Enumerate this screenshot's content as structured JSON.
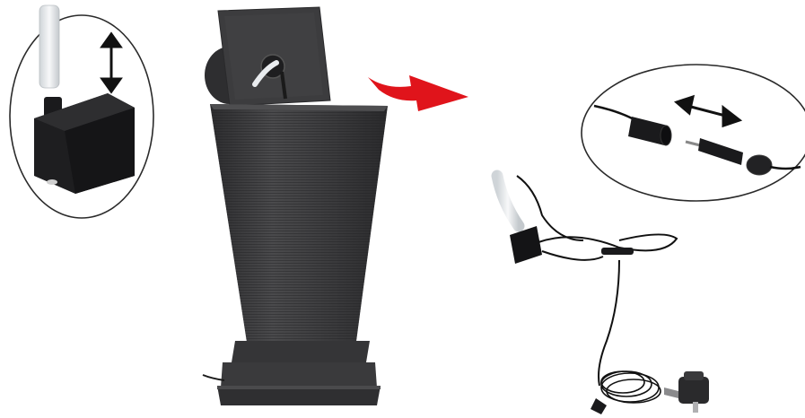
{
  "scene": {
    "background": "#ffffff",
    "subjects": [
      "pump-detail-inset",
      "pedestal-fountain",
      "direction-arrow",
      "connector-detail-inset",
      "pump-with-cable-and-transformer"
    ],
    "colors": {
      "fountain_body": "#3a3a3c",
      "fountain_dark": "#262628",
      "pump_black": "#1c1c1e",
      "arrow_red": "#e0141b",
      "tube_white": "#e9ecef",
      "inset_outline": "#2a2a2a"
    }
  }
}
